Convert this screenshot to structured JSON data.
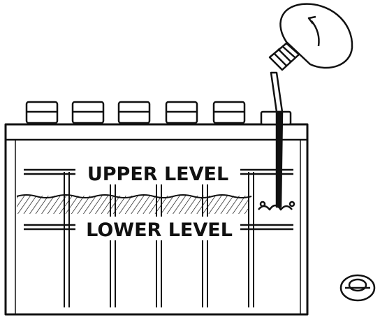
{
  "diagram": {
    "labels": {
      "upper_level": "UPPER LEVEL",
      "lower_level": "LOWER LEVEL"
    },
    "parts": {
      "battery_case": "battery-case",
      "cell_caps_count": 5,
      "filler_bottle": "filler-bottle",
      "removed_cap": "removed-cap"
    },
    "colors": {
      "ink": "#111111",
      "paper": "#ffffff"
    }
  }
}
